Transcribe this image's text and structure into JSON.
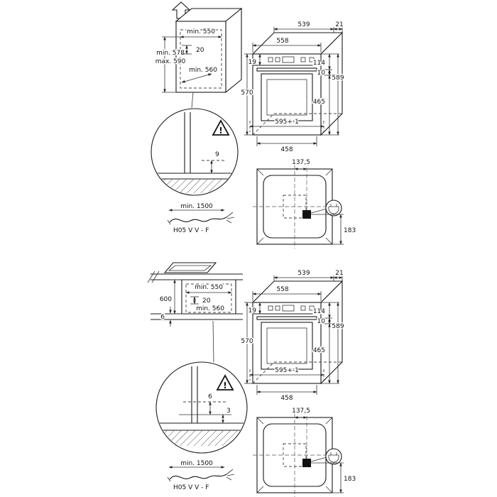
{
  "symbols": {
    "warning": "!"
  },
  "upper": {
    "cabinet": {
      "niche_width": "min. 550",
      "height_min": "min. 578",
      "height_max": "max. 590",
      "inset": "20",
      "depth": "min. 560"
    },
    "detail": {
      "floor_gap": "9"
    }
  },
  "lower": {
    "counter": {
      "niche_width": "min. 550",
      "hob_clearance": "600",
      "inset": "20",
      "depth": "min. 560",
      "gap": "6"
    },
    "detail": {
      "gap": "6",
      "lip": "3"
    }
  },
  "oven": {
    "top_depth": "539",
    "top_rear": "21",
    "width": "558",
    "trim": "19",
    "panel_height": "114",
    "gap": "10",
    "total_height": "589",
    "front_height": "570",
    "body_height": "465",
    "cutout_width": "595+-1",
    "body_depth": "458"
  },
  "rear_view": {
    "connection_x": "137,5",
    "connection_y": "183"
  },
  "cable": {
    "min_length": "min. 1500",
    "type": "H05 V V - F"
  }
}
